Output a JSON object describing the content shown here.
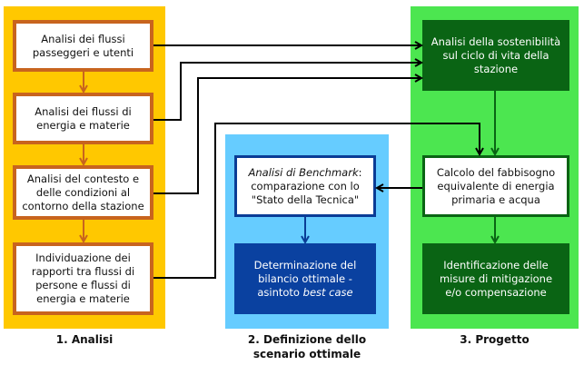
{
  "colors": {
    "panel_analisi": "#FFC800",
    "box_border_analisi": "#C8641E",
    "panel_scenario": "#66CCFF",
    "box_border_scenario": "#0A3C96",
    "box_fill_scenario": "#0A41A0",
    "panel_progetto": "#4CE650",
    "box_fill_progetto": "#0A6414",
    "box_border_progetto": "#0A6414"
  },
  "sections": [
    {
      "caption": "1. Analisi",
      "boxes": [
        {
          "lines": [
            "Analisi dei flussi",
            "passeggeri e utenti"
          ]
        },
        {
          "lines": [
            "Analisi dei flussi di",
            "energia e materie"
          ]
        },
        {
          "lines": [
            "Analisi del contesto e",
            "delle condizioni al",
            "contorno della stazione"
          ]
        },
        {
          "lines": [
            "Individuazione dei",
            "rapporti tra flussi di",
            "persone e flussi di",
            "energia e materie"
          ]
        }
      ]
    },
    {
      "caption_lines": [
        "2. Definizione dello",
        "scenario ottimale"
      ],
      "boxes": [
        {
          "italic_part": "Analisi di Benchmark",
          "rest": ":",
          "lines": [
            "comparazione con lo",
            "\"Stato della Tecnica\""
          ]
        },
        {
          "lines": [
            "Determinazione del",
            "bilancio ottimale -"
          ],
          "last_plain": "asintoto ",
          "last_italic": "best case"
        }
      ]
    },
    {
      "caption": "3. Progetto",
      "boxes": [
        {
          "lines": [
            "Analisi della sostenibilità",
            "sul ciclo di vita della",
            "stazione"
          ]
        },
        {
          "lines": [
            "Calcolo del fabbisogno",
            "equivalente di energia",
            "primaria e acqua"
          ]
        },
        {
          "lines": [
            "Identificazione delle",
            "misure di mitigazione",
            "e/o compensazione"
          ]
        }
      ]
    }
  ]
}
